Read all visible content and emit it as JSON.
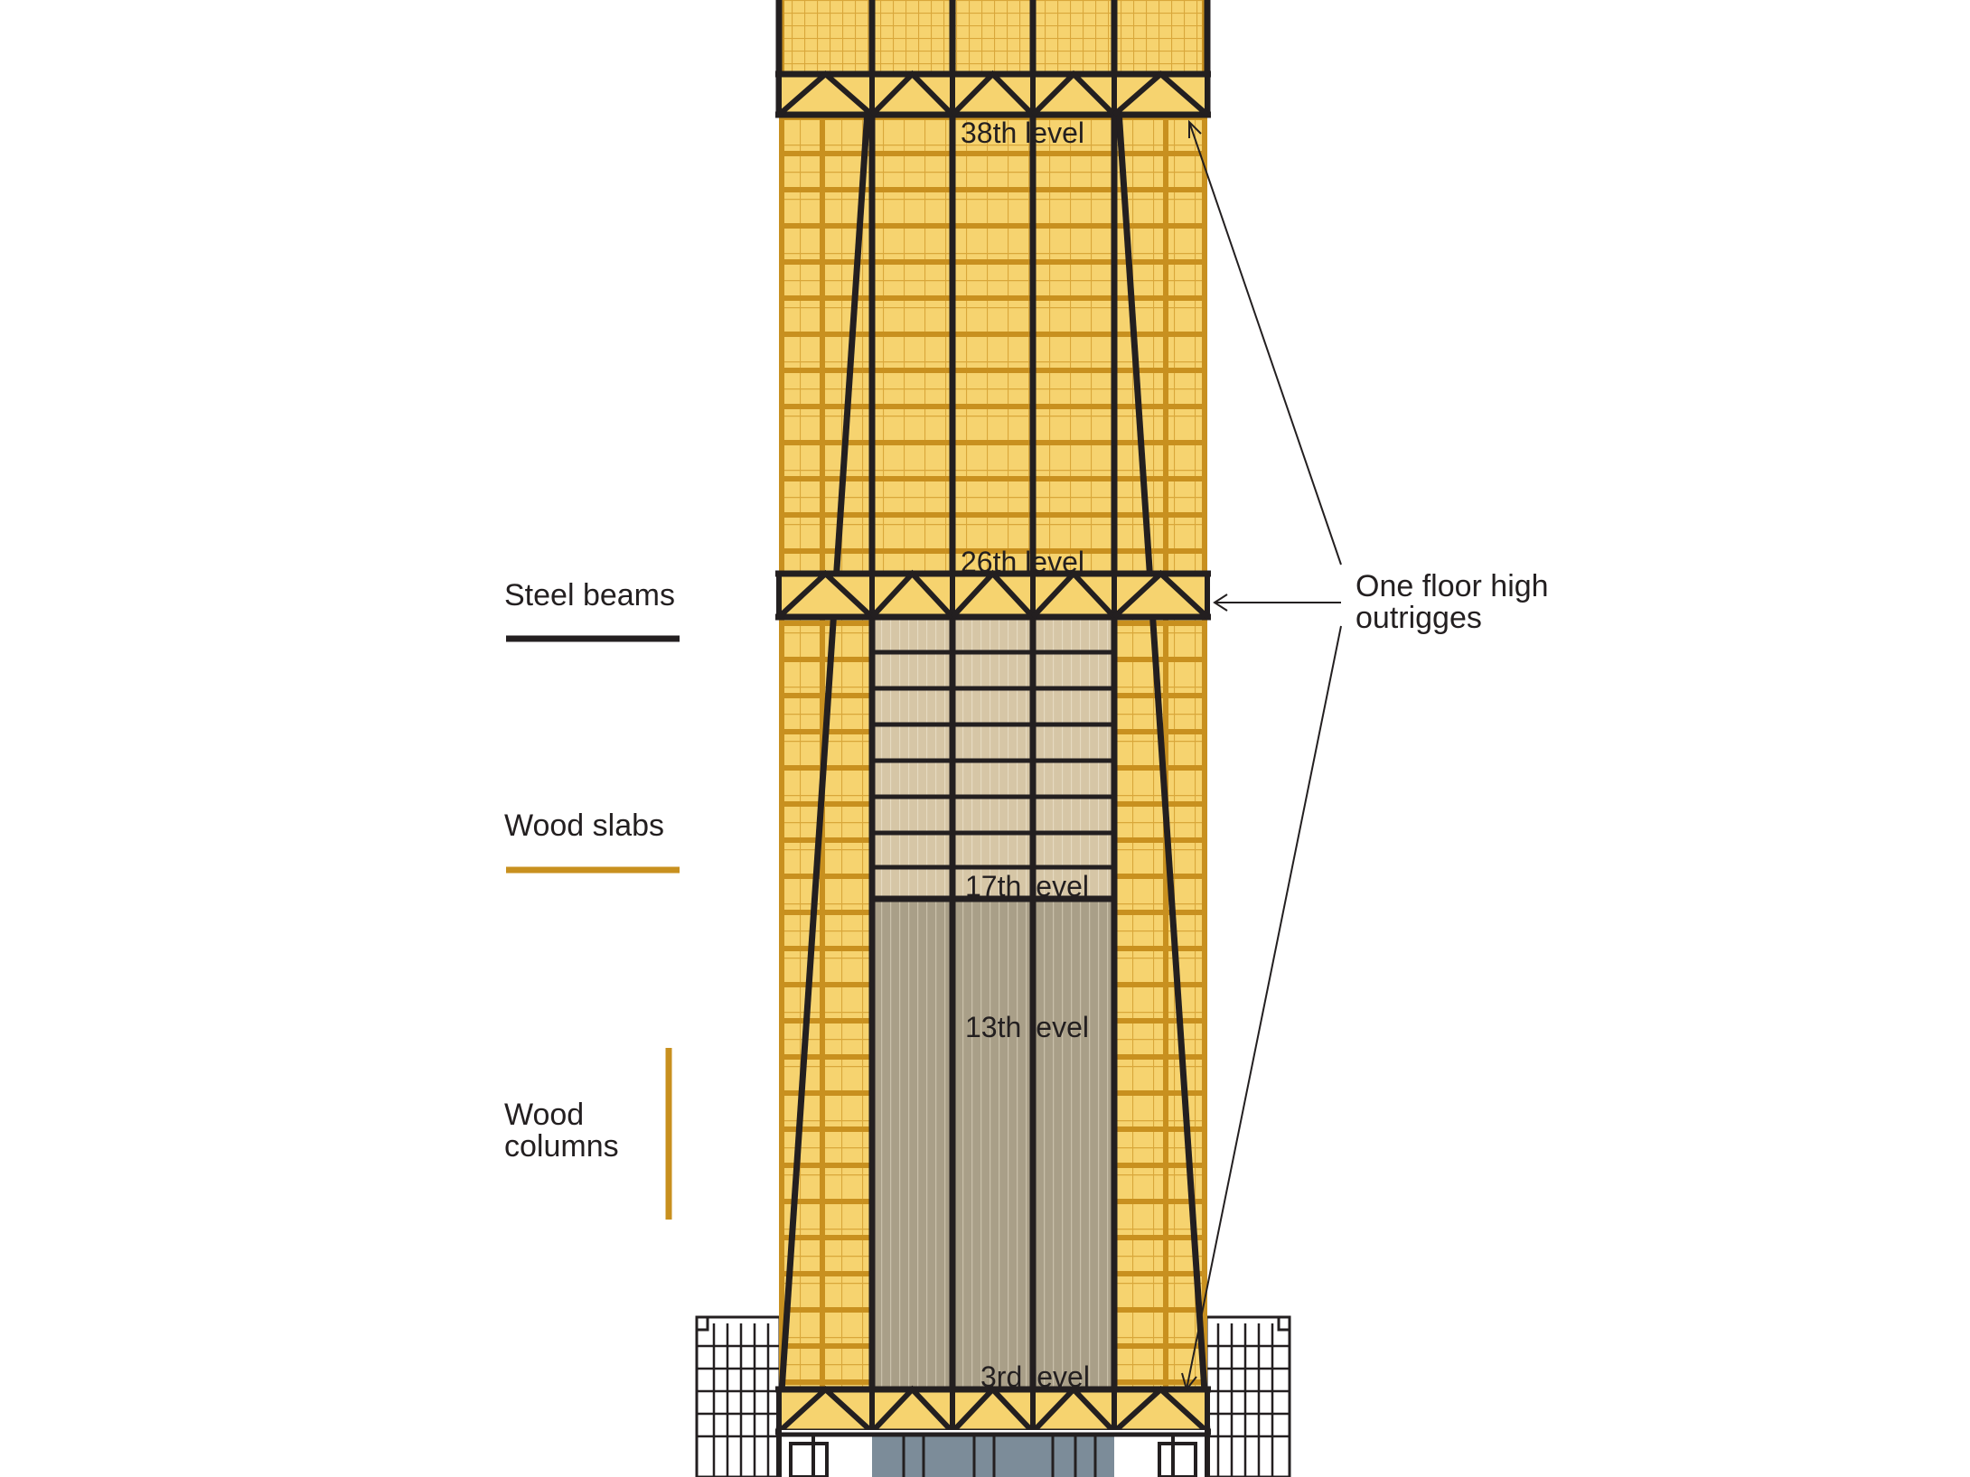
{
  "legend": {
    "steel_beams": "Steel beams",
    "wood_slabs": "Wood slabs",
    "wood_columns_line1": "Wood",
    "wood_columns_line2": "columns"
  },
  "levels": {
    "l38": "38th  level",
    "l26": "26th  level",
    "l17": "17th  level",
    "l13": "13th  level",
    "l3": "3rd  level"
  },
  "callout": {
    "line1": "One floor high",
    "line2": "outrigges"
  },
  "colors": {
    "steel": "#231f20",
    "wood_slab": "#c8901f",
    "wood_fill": "#f6d36f",
    "core_upper": "#d6c6a6",
    "core_lower": "#a99f88",
    "base_glass": "#7c8c99"
  }
}
